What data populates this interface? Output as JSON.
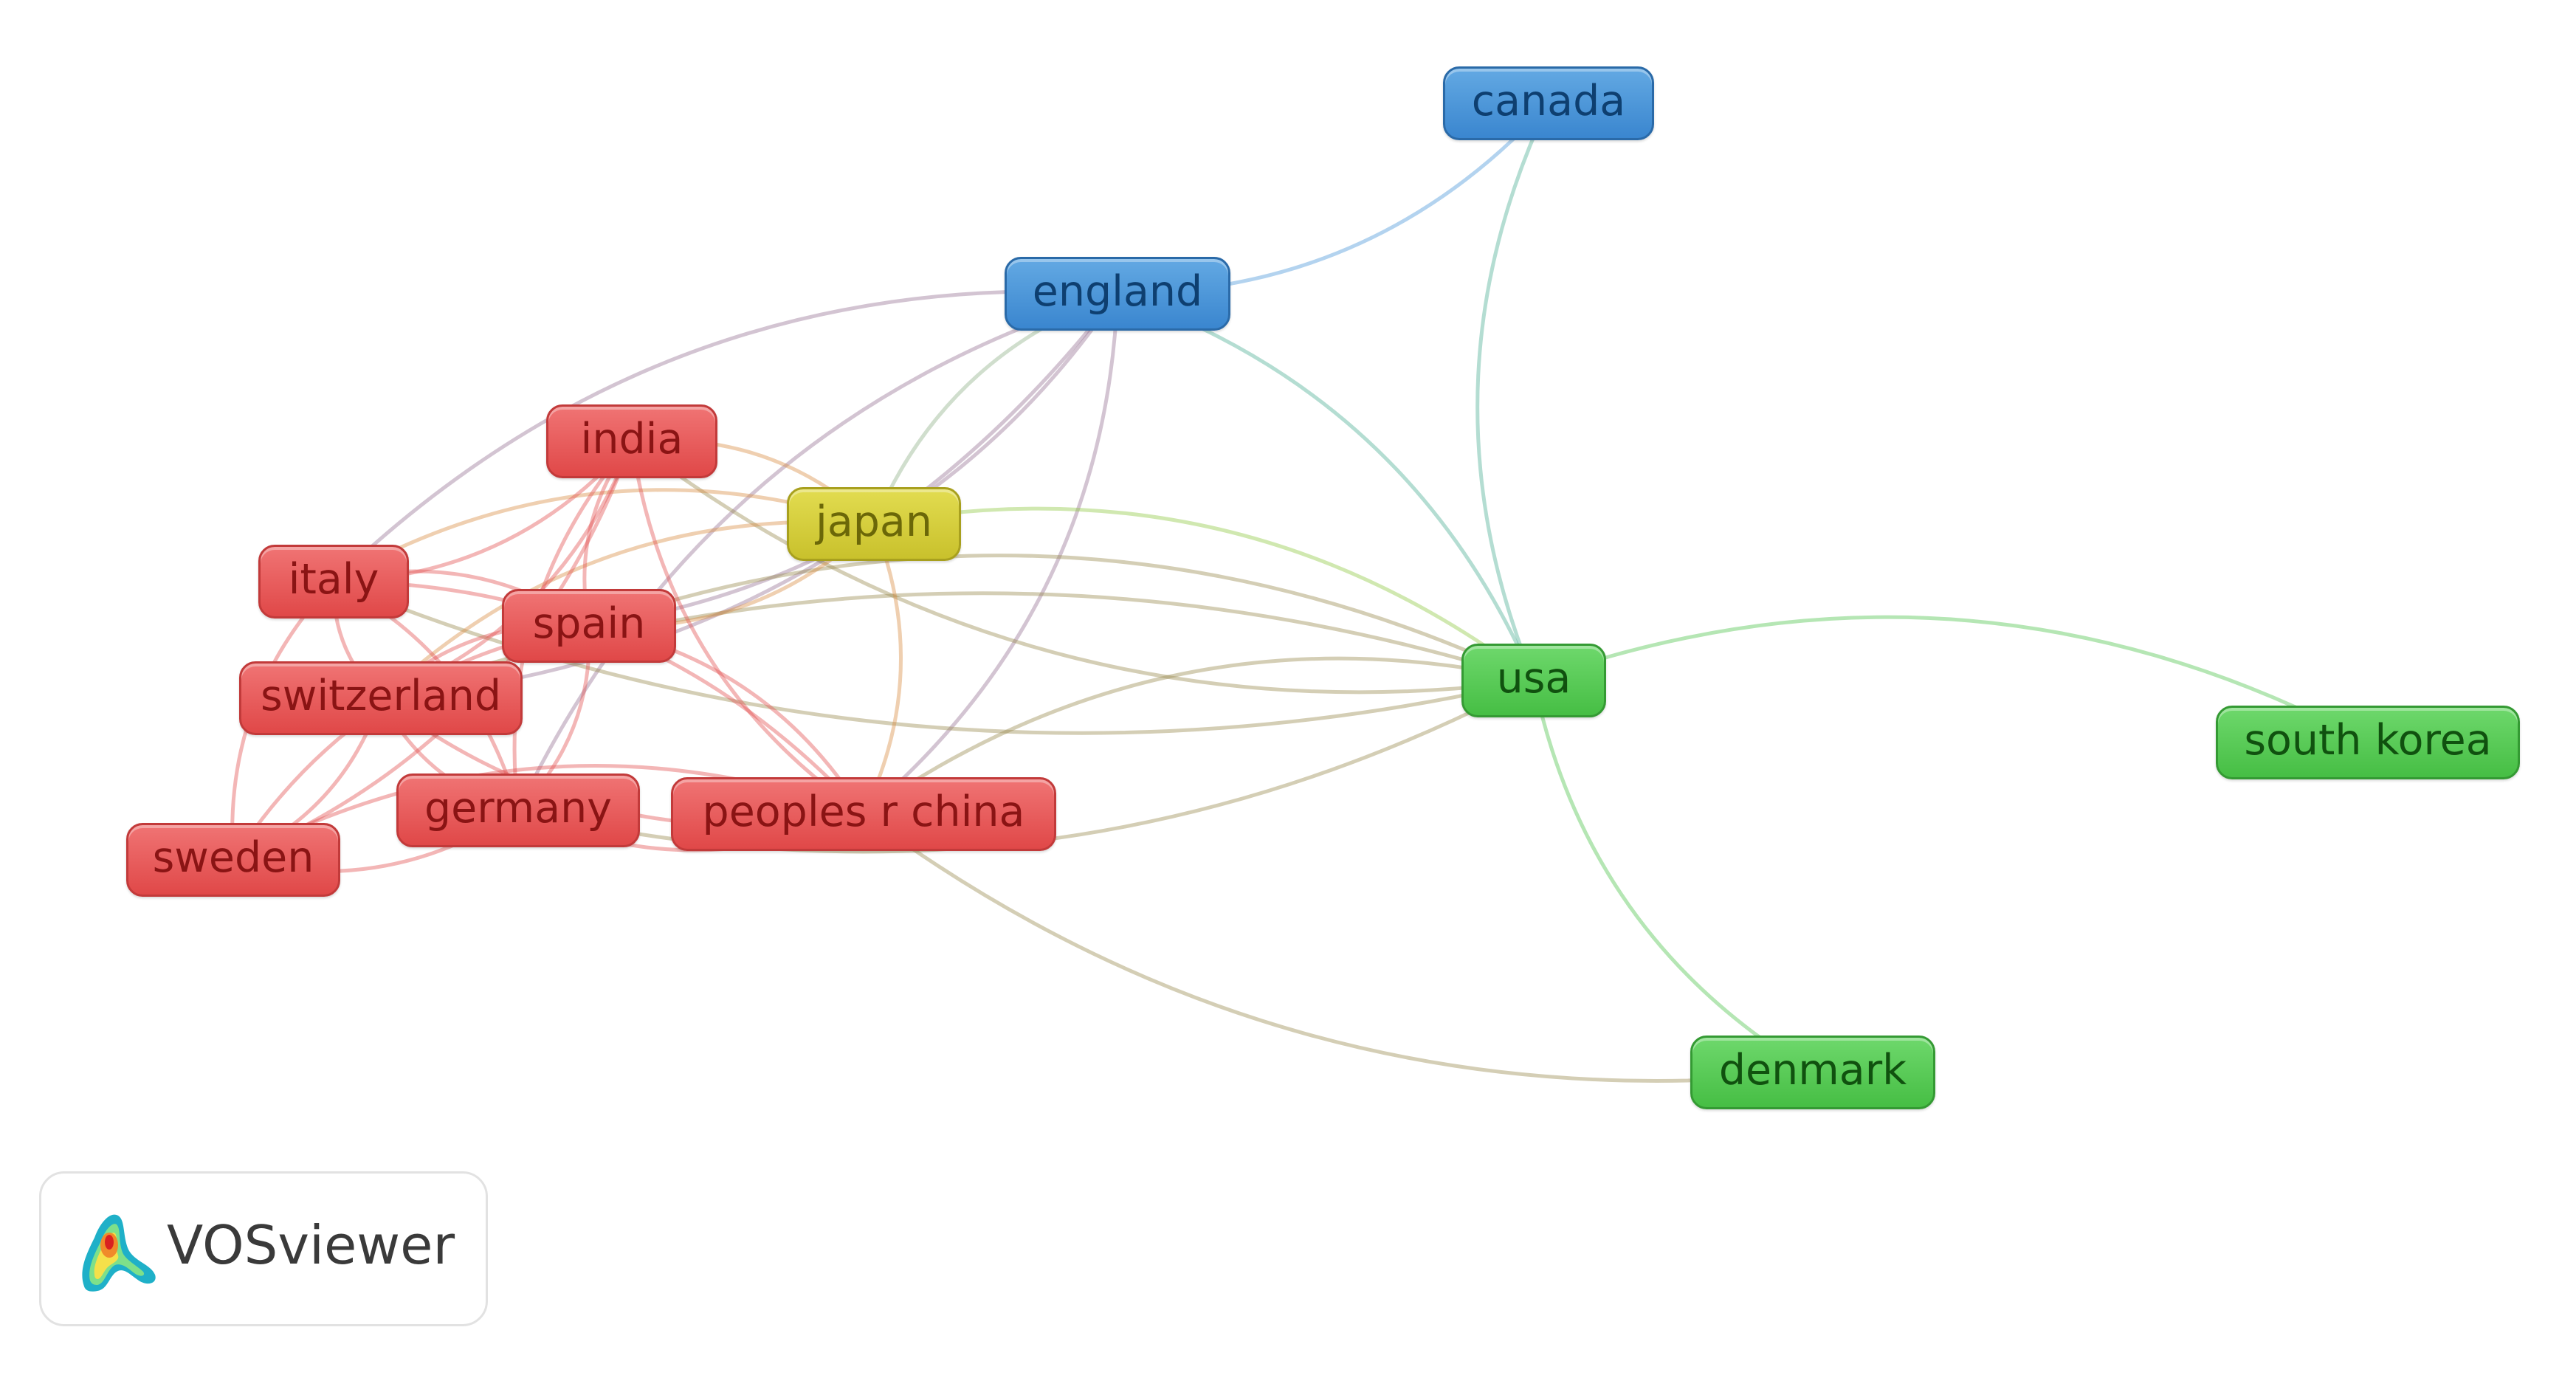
{
  "legend_colors": {
    "red": "#e25050",
    "blue": "#4a95d8",
    "yellow": "#d1ca36",
    "green": "#4fc44d"
  },
  "nodes": [
    {
      "id": "canada",
      "label": "canada",
      "cluster": "blue"
    },
    {
      "id": "england",
      "label": "england",
      "cluster": "blue"
    },
    {
      "id": "india",
      "label": "india",
      "cluster": "red"
    },
    {
      "id": "japan",
      "label": "japan",
      "cluster": "yellow"
    },
    {
      "id": "italy",
      "label": "italy",
      "cluster": "red"
    },
    {
      "id": "spain",
      "label": "spain",
      "cluster": "red"
    },
    {
      "id": "switzerland",
      "label": "switzerland",
      "cluster": "red"
    },
    {
      "id": "germany",
      "label": "germany",
      "cluster": "red"
    },
    {
      "id": "sweden",
      "label": "sweden",
      "cluster": "red"
    },
    {
      "id": "peoples_r_china",
      "label": "peoples r china",
      "cluster": "red"
    },
    {
      "id": "usa",
      "label": "usa",
      "cluster": "green"
    },
    {
      "id": "south_korea",
      "label": "south korea",
      "cluster": "green"
    },
    {
      "id": "denmark",
      "label": "denmark",
      "cluster": "green"
    }
  ],
  "links": [
    [
      "canada",
      "england"
    ],
    [
      "canada",
      "usa"
    ],
    [
      "england",
      "usa"
    ],
    [
      "england",
      "japan"
    ],
    [
      "england",
      "spain"
    ],
    [
      "england",
      "italy"
    ],
    [
      "england",
      "switzerland"
    ],
    [
      "england",
      "germany"
    ],
    [
      "england",
      "peoples_r_china"
    ],
    [
      "usa",
      "japan"
    ],
    [
      "usa",
      "india"
    ],
    [
      "usa",
      "spain"
    ],
    [
      "usa",
      "italy"
    ],
    [
      "usa",
      "peoples_r_china"
    ],
    [
      "usa",
      "germany"
    ],
    [
      "usa",
      "switzerland"
    ],
    [
      "usa",
      "south_korea"
    ],
    [
      "usa",
      "denmark"
    ],
    [
      "denmark",
      "peoples_r_china"
    ],
    [
      "japan",
      "india"
    ],
    [
      "japan",
      "spain"
    ],
    [
      "japan",
      "italy"
    ],
    [
      "japan",
      "peoples_r_china"
    ],
    [
      "japan",
      "switzerland"
    ],
    [
      "india",
      "italy"
    ],
    [
      "india",
      "spain"
    ],
    [
      "india",
      "switzerland"
    ],
    [
      "india",
      "germany"
    ],
    [
      "india",
      "sweden"
    ],
    [
      "india",
      "peoples_r_china"
    ],
    [
      "italy",
      "spain"
    ],
    [
      "italy",
      "switzerland"
    ],
    [
      "italy",
      "germany"
    ],
    [
      "italy",
      "sweden"
    ],
    [
      "italy",
      "peoples_r_china"
    ],
    [
      "spain",
      "switzerland"
    ],
    [
      "spain",
      "germany"
    ],
    [
      "spain",
      "sweden"
    ],
    [
      "spain",
      "peoples_r_china"
    ],
    [
      "switzerland",
      "germany"
    ],
    [
      "switzerland",
      "sweden"
    ],
    [
      "switzerland",
      "peoples_r_china"
    ],
    [
      "germany",
      "sweden"
    ],
    [
      "germany",
      "peoples_r_china"
    ],
    [
      "sweden",
      "peoples_r_china"
    ]
  ],
  "logo": {
    "text": "VOSviewer",
    "icon": "vosviewer-density-icon"
  }
}
